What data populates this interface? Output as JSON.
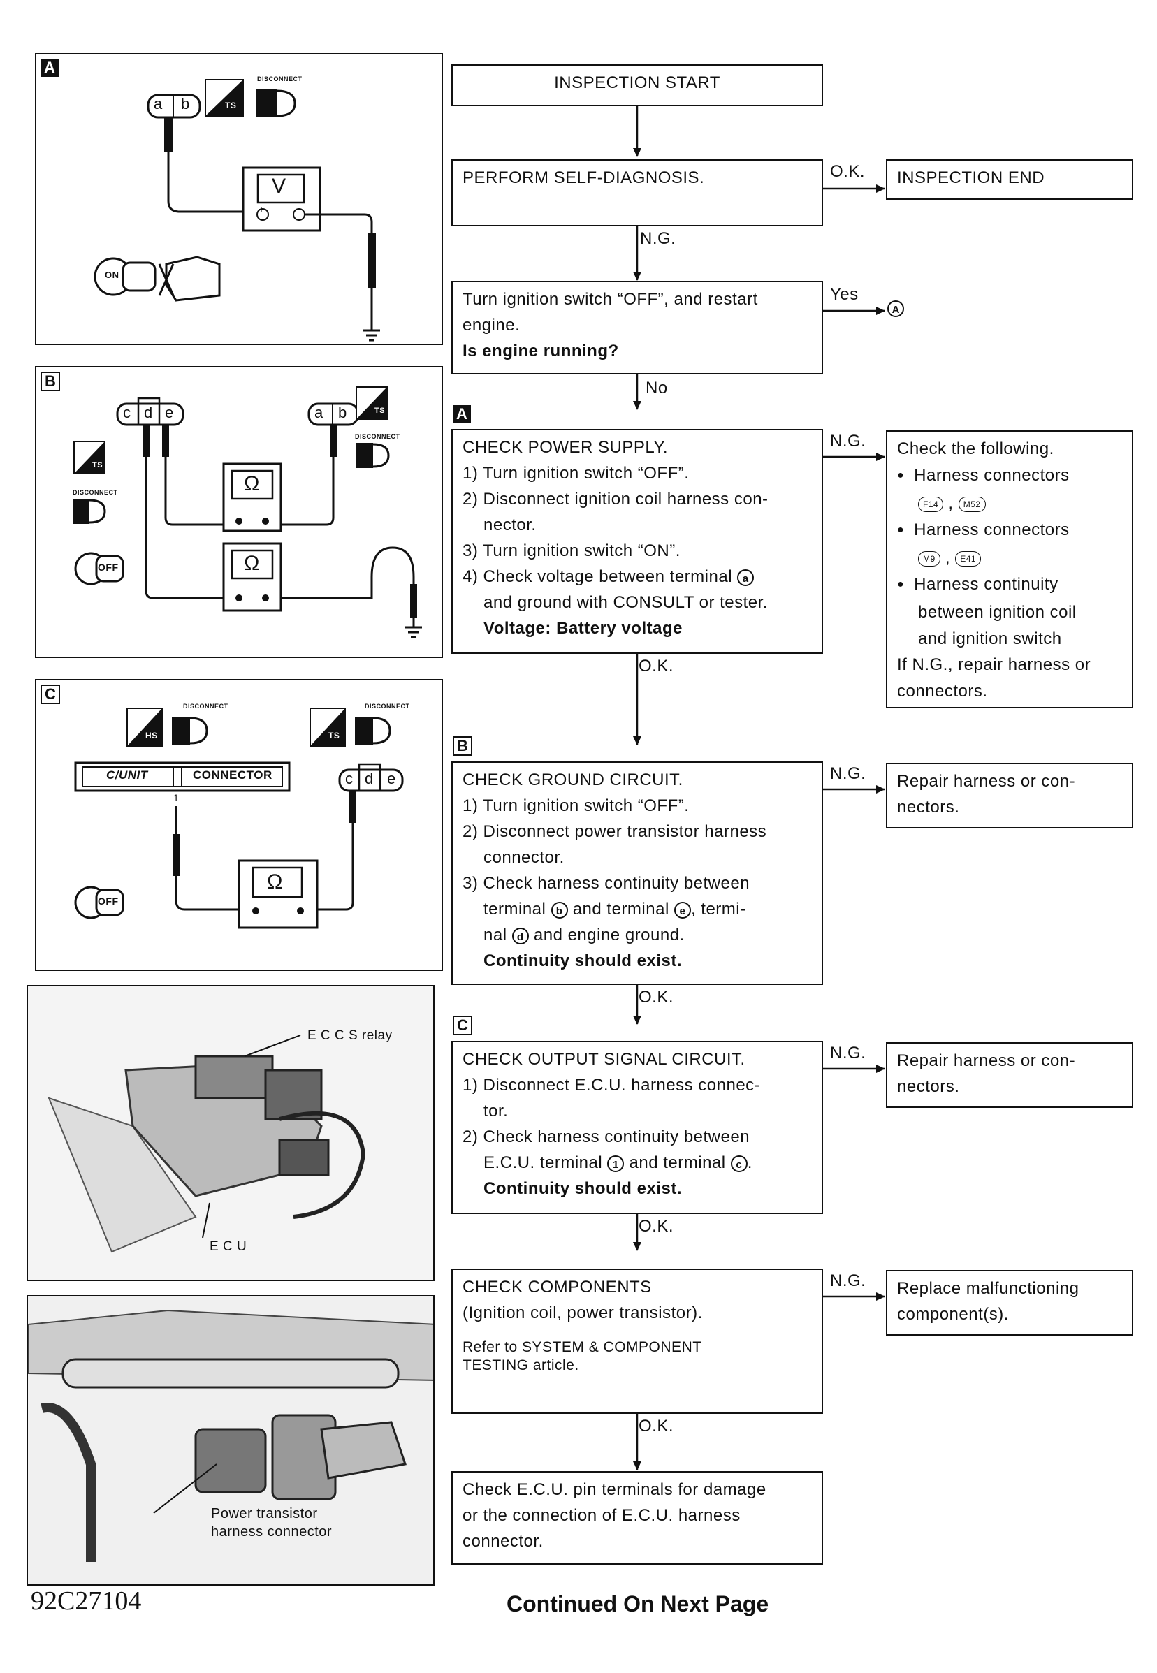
{
  "panels": {
    "a": {
      "tag": "A",
      "pins": [
        "a",
        "b"
      ],
      "meter": "V",
      "plus": "+",
      "minus": "−",
      "key": "ON",
      "disconnect": "DISCONNECT",
      "ts": "TS"
    },
    "b": {
      "tag": "B",
      "pins_left": [
        "c",
        "d",
        "e"
      ],
      "pins_right": [
        "a",
        "b"
      ],
      "meter": "Ω",
      "key": "OFF",
      "disconnect": "DISCONNECT",
      "ts": "TS"
    },
    "c": {
      "tag": "C",
      "hs": "HS",
      "ts": "TS",
      "disconnect": "DISCONNECT",
      "cunit": "C/UNIT",
      "connector": "CONNECTOR",
      "pin1": "1",
      "pins": [
        "c",
        "d",
        "e"
      ],
      "meter": "Ω",
      "key": "OFF"
    },
    "photo1": {
      "relay": "E C C S  relay",
      "ecu": "E C U"
    },
    "photo2": {
      "label1": "Power transistor",
      "label2": "harness connector"
    }
  },
  "flow": {
    "start": "INSPECTION START",
    "selfdiag": "PERFORM SELF-DIAGNOSIS.",
    "end": "INSPECTION END",
    "ok": "O.K.",
    "ng": "N.G.",
    "yes": "Yes",
    "no": "No",
    "goto_a": "A",
    "restart": {
      "l1": "Turn ignition switch “OFF”, and restart",
      "l2": "engine.",
      "l3": "Is engine running?"
    },
    "step_a_tag": "A",
    "power": {
      "l1": "CHECK POWER SUPPLY.",
      "l2": "1) Turn ignition switch “OFF”.",
      "l3": "2) Disconnect ignition coil harness con-",
      "l4": "nector.",
      "l5": "3) Turn ignition switch “ON”.",
      "l6": "4) Check voltage between terminal",
      "l6term": "a",
      "l7": "and ground with CONSULT or tester.",
      "l8": "Voltage: Battery voltage"
    },
    "power_ng": {
      "l1": "Check the following.",
      "b1": "Harness connectors",
      "c1": "F14",
      "c2": "M52",
      "b2": "Harness connectors",
      "c3": "M9",
      "c4": "E41",
      "b3a": "Harness continuity",
      "b3b": "between ignition coil",
      "b3c": "and ignition switch",
      "l5": "If N.G., repair harness or",
      "l6": "connectors."
    },
    "step_b_tag": "B",
    "ground": {
      "l1": "CHECK GROUND CIRCUIT.",
      "l2": "1) Turn ignition switch “OFF”.",
      "l3": "2) Disconnect power transistor harness",
      "l4": "connector.",
      "l5": "3) Check harness continuity between",
      "l6a": "terminal",
      "t_b": "b",
      "l6b": "and terminal",
      "t_e": "e",
      "l6c": ", termi-",
      "l7a": "nal",
      "t_d": "d",
      "l7b": "and engine ground.",
      "l8": "Continuity should exist."
    },
    "ground_ng": {
      "l1": "Repair harness or con-",
      "l2": "nectors."
    },
    "step_c_tag": "C",
    "output": {
      "l1": "CHECK OUTPUT SIGNAL CIRCUIT.",
      "l2": "1) Disconnect E.C.U. harness connec-",
      "l3": "tor.",
      "l4": "2) Check harness continuity between",
      "l5a": "E.C.U. terminal",
      "t_1": "1",
      "l5b": "and terminal",
      "t_c": "c",
      "l6": "Continuity should exist."
    },
    "output_ng": {
      "l1": "Repair harness or con-",
      "l2": "nectors."
    },
    "components": {
      "l1": "CHECK COMPONENTS",
      "l2": "(Ignition coil, power transistor).",
      "l3": "Refer to SYSTEM & COMPONENT",
      "l4": "TESTING article."
    },
    "components_ng": {
      "l1": "Replace malfunctioning",
      "l2": "component(s)."
    },
    "ecu": {
      "l1": "Check E.C.U. pin terminals for damage",
      "l2": "or the connection of E.C.U. harness",
      "l3": "connector."
    }
  },
  "footer": {
    "id": "92C27104",
    "continued": "Continued On Next Page"
  }
}
